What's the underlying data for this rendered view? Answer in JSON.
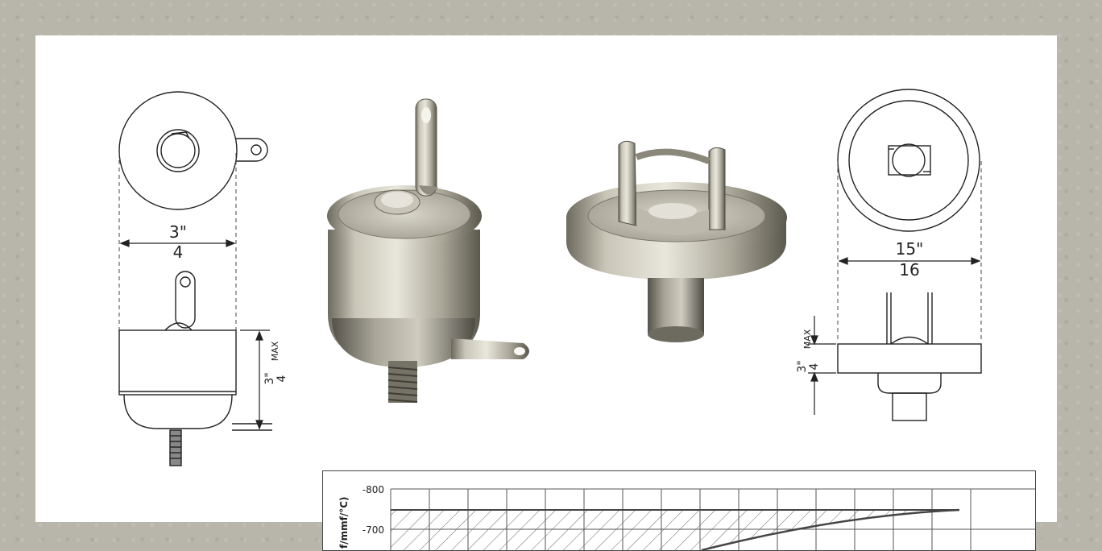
{
  "left_drawing": {
    "width_numerator": "3\"",
    "width_denominator": "4",
    "height_numerator": "3\"",
    "height_denominator": "4",
    "height_suffix": "MAX"
  },
  "right_drawing": {
    "width_numerator": "15\"",
    "width_denominator": "16",
    "height_numerator": "3\"",
    "height_denominator": "4",
    "height_suffix": "MAX"
  },
  "graph": {
    "ylabel_partial": "f/mmf/°C)",
    "y_ticks": [
      "-800",
      "-700"
    ],
    "line_color": "#555555"
  }
}
